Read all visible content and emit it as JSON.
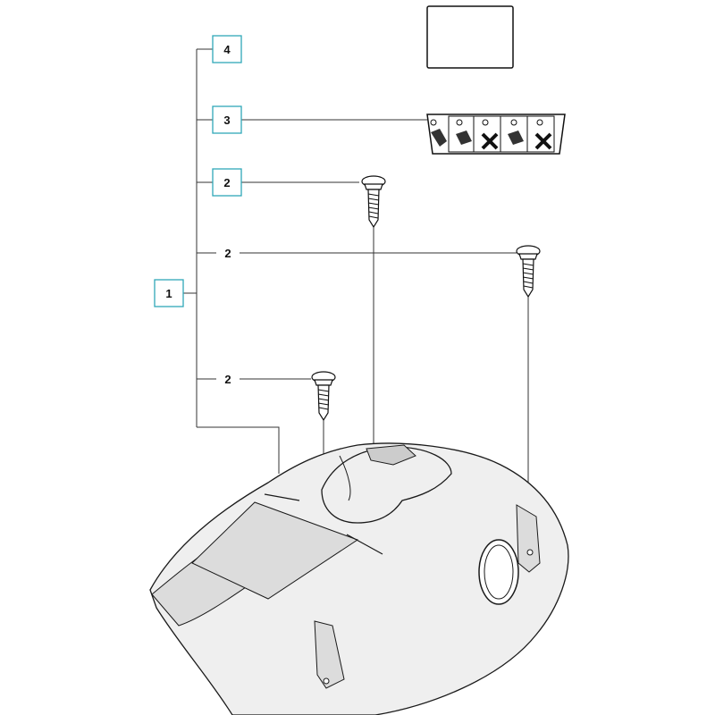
{
  "diagram": {
    "callouts": [
      {
        "id": "1",
        "label": "1",
        "boxed": true
      },
      {
        "id": "2a",
        "label": "2",
        "boxed": true
      },
      {
        "id": "2b",
        "label": "2",
        "boxed": false
      },
      {
        "id": "2c",
        "label": "2",
        "boxed": false
      },
      {
        "id": "3",
        "label": "3",
        "boxed": true
      },
      {
        "id": "4",
        "label": "4",
        "boxed": true
      }
    ],
    "parts": [
      "top-cover",
      "screw",
      "screw",
      "screw",
      "choke-decal",
      "blank-label"
    ],
    "colors": {
      "callout_border": "#2fa8b8",
      "line": "#333333",
      "part_fill": "#efefef"
    }
  }
}
